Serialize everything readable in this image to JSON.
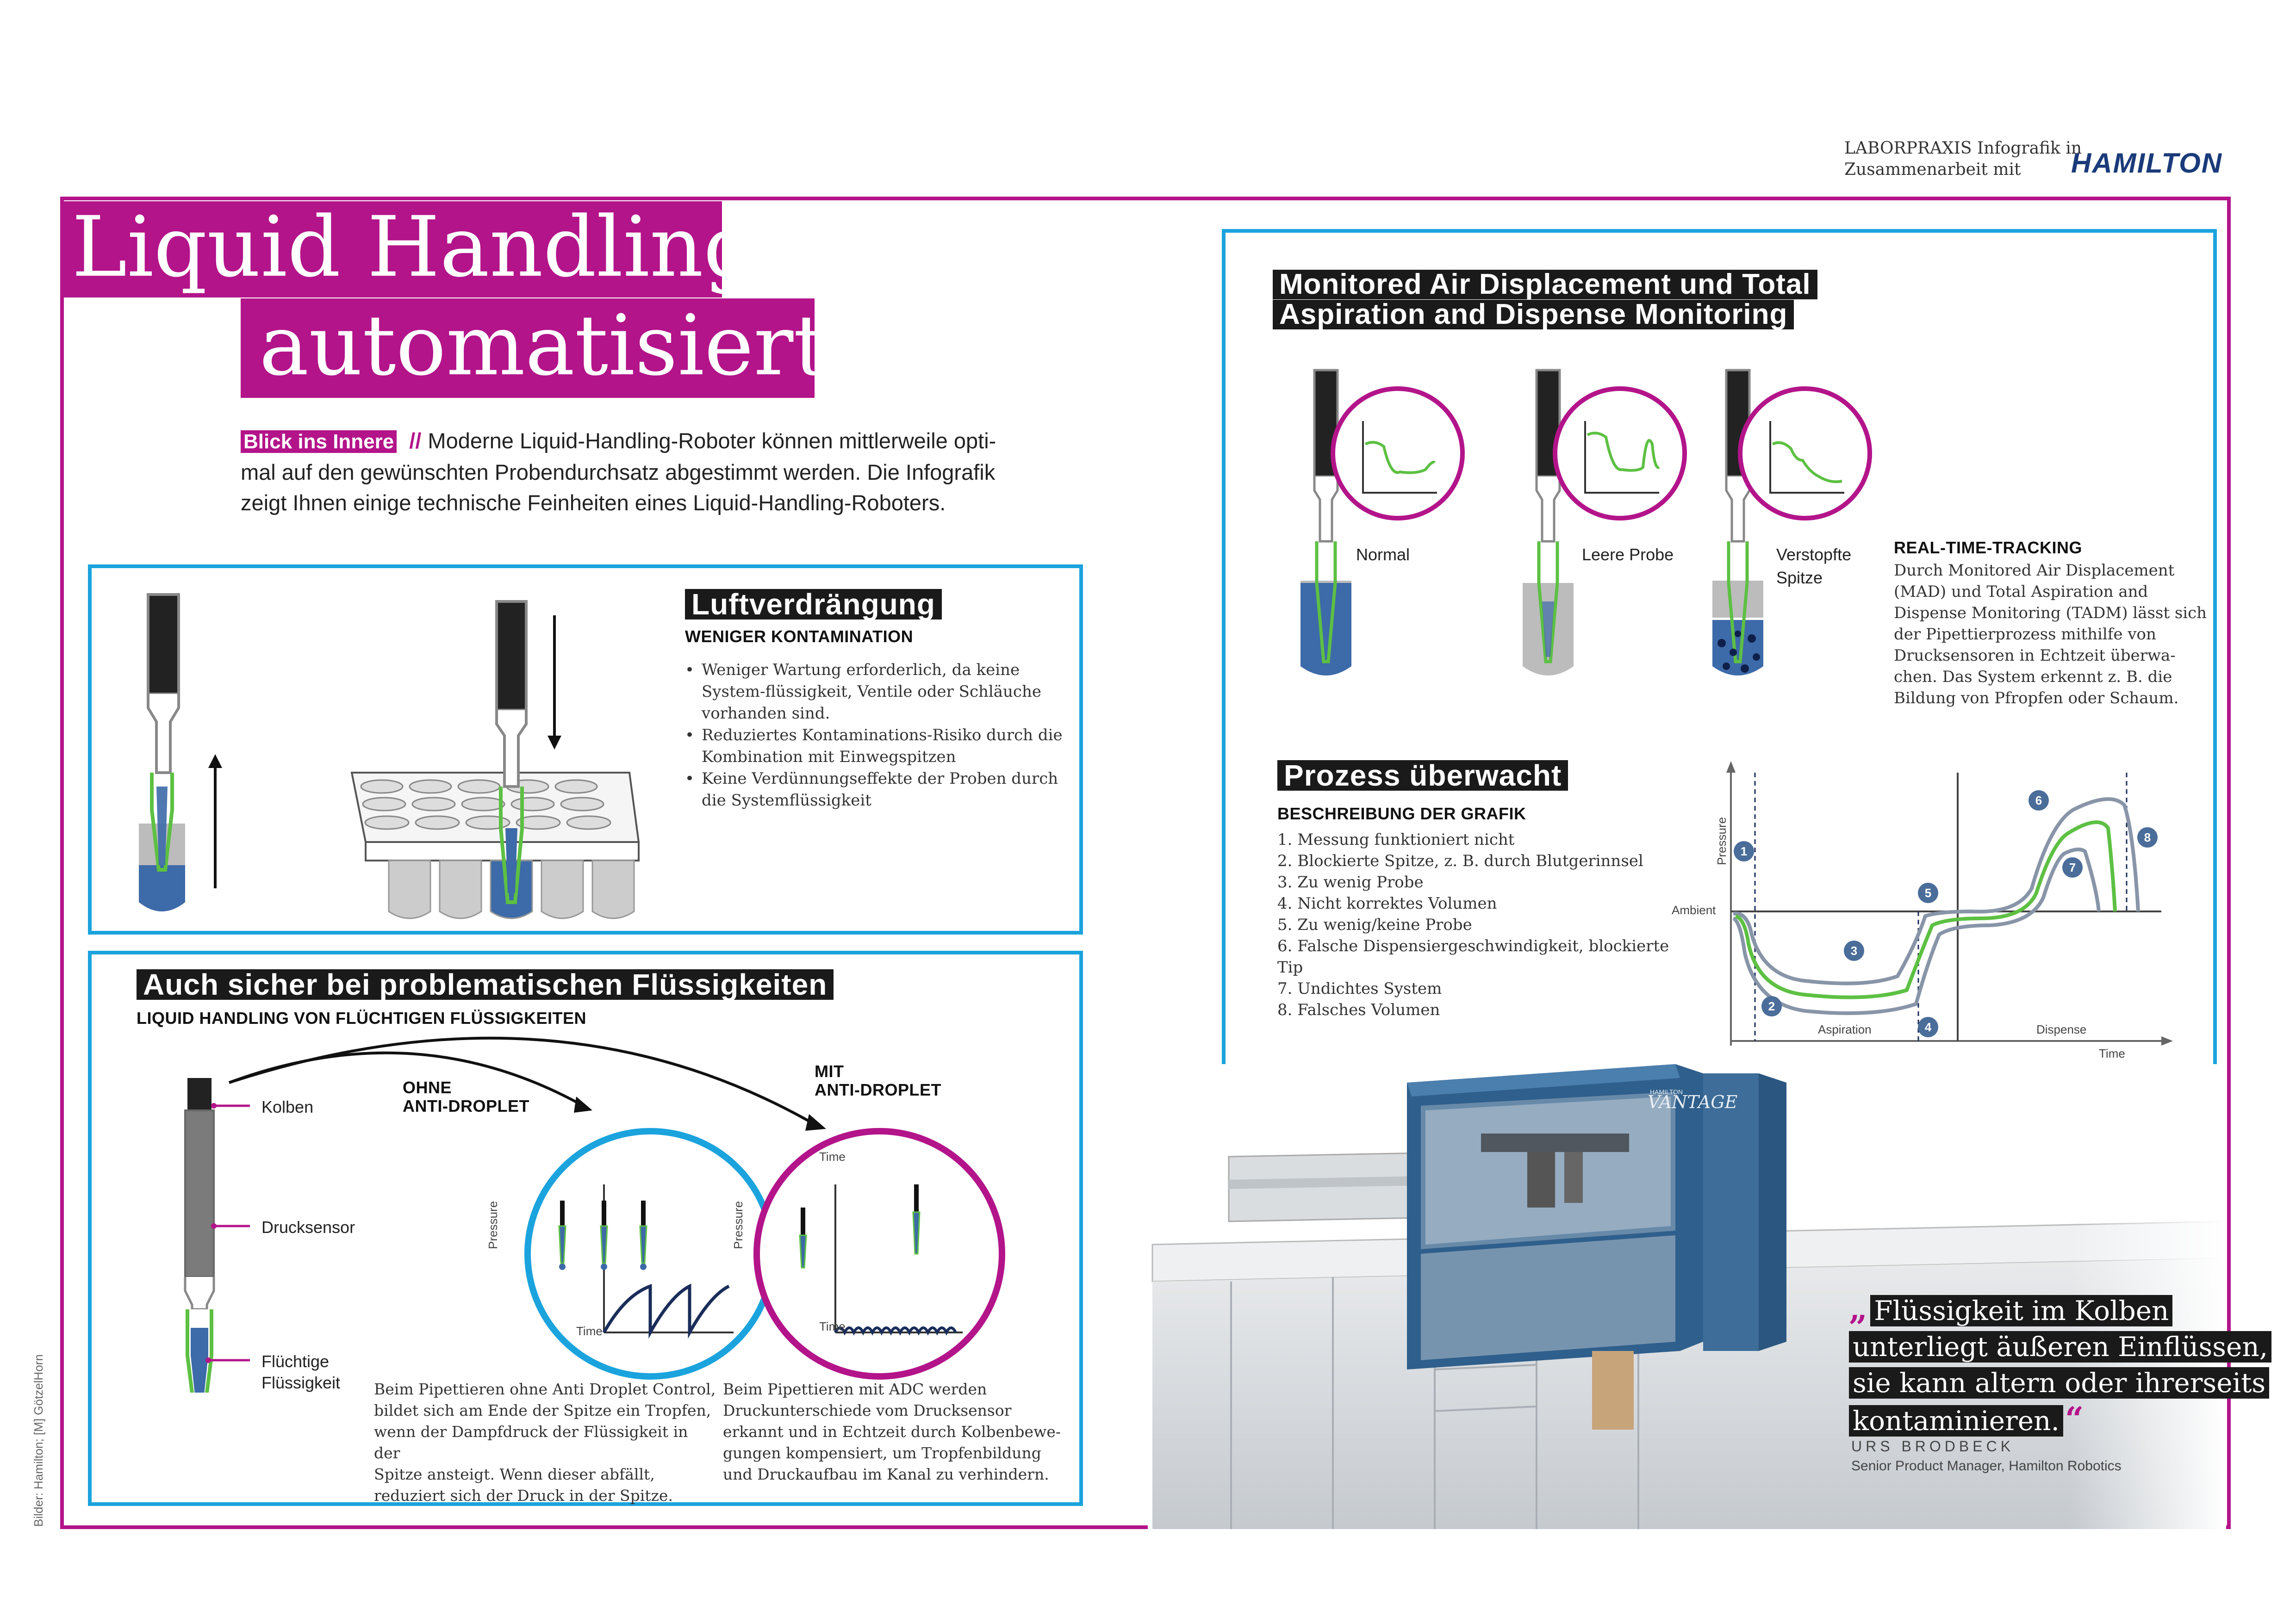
{
  "header": {
    "credit_line1": "LABORPRAXIS Infografik in",
    "credit_line2": "Zusammenarbeit mit",
    "logo_text": "HAMILTON"
  },
  "title": {
    "line1": "Liquid Handling",
    "line2": "automatisiert"
  },
  "intro": {
    "tag": "Blick ins Innere",
    "separator": "//",
    "line1": "Moderne Liquid-Handling-Roboter können mittlerweile opti-",
    "line2": "mal auf den gewünschten Probendurchsatz abgestimmt werden. Die Infografik",
    "line3": "zeigt Ihnen einige technische Feinheiten eines Liquid-Handling-Roboters."
  },
  "luft": {
    "heading": "Luftverdrängung",
    "subheading": "WENIGER KONTAMINATION",
    "bullets": [
      "Weniger Wartung erforderlich, da keine System-flüssigkeit, Ventile oder Schläuche vorhanden sind.",
      "Reduziertes Kontaminations-Risiko durch die Kombination mit Einwegspitzen",
      "Keine Verdünnungseffekte der Proben durch die Systemflüssigkeit"
    ]
  },
  "problem": {
    "heading": "Auch sicher bei problematischen Flüssigkeiten",
    "subheading": "LIQUID HANDLING VON FLÜCHTIGEN FLÜSSIGKEITEN",
    "labels": {
      "kolben": "Kolben",
      "drucksensor": "Drucksensor",
      "fluechtige1": "Flüchtige",
      "fluechtige2": "Flüssigkeit"
    },
    "ohne_title1": "OHNE",
    "ohne_title2": "ANTI-DROPLET",
    "mit_title1": "MIT",
    "mit_title2": "ANTI-DROPLET",
    "axis_pressure": "Pressure",
    "axis_time": "Time",
    "ohne_text": [
      "Beim Pipettieren ohne Anti Droplet Control,",
      "bildet sich am Ende der Spitze ein Tropfen,",
      "wenn der Dampfdruck der Flüssigkeit in der",
      "Spitze ansteigt. Wenn dieser abfällt,",
      "reduziert sich der Druck in der Spitze."
    ],
    "mit_text": [
      "Beim Pipettieren mit ADC werden",
      "Druckunterschiede vom Drucksensor",
      "erkannt und in Echtzeit durch Kolbenbewe-",
      "gungen kompensiert, um Tropfenbildung",
      "und Druckaufbau im Kanal zu verhindern."
    ]
  },
  "mad": {
    "heading1": "Monitored Air Displacement und Total",
    "heading2": "Aspiration and Dispense Monitoring",
    "cases": [
      "Normal",
      "Leere Probe",
      "Verstopfte",
      "Spitze"
    ],
    "rtt_title": "REAL-TIME-TRACKING",
    "rtt_text": [
      "Durch Monitored Air Displacement",
      "(MAD) und Total Aspiration and",
      "Dispense Monitoring (TADM) lässt sich",
      "der Pipettierprozess mithilfe von",
      "Drucksensoren in Echtzeit überwa-",
      "chen. Das System erkennt z. B. die",
      "Bildung von Pfropfen oder Schaum."
    ]
  },
  "prozess": {
    "heading": "Prozess überwacht",
    "subheading": "BESCHREIBUNG DER GRAFIK",
    "items": [
      "1. Messung funktioniert nicht",
      "2. Blockierte Spitze, z. B. durch Blutgerinnsel",
      "3. Zu wenig Probe",
      "4. Nicht korrektes Volumen",
      "5. Zu wenig/keine Probe",
      "6. Falsche Dispensiergeschwindigkeit, blockierte Tip",
      "7. Undichtes System",
      "8. Falsches Volumen"
    ],
    "graph": {
      "pressure": "Pressure",
      "ambient": "Ambient",
      "aspiration": "Aspiration",
      "dispense": "Dispense",
      "time": "Time",
      "markers": [
        "1",
        "2",
        "3",
        "4",
        "5",
        "6",
        "7",
        "8"
      ]
    }
  },
  "robot": {
    "brand_small": "HAMILTON",
    "brand": "VANTAGE"
  },
  "quote": {
    "open_mark": "„",
    "line1": "Flüssigkeit im Kolben",
    "line2": "unterliegt äußeren Einflüssen,",
    "line3": "sie kann altern oder ihrerseits",
    "line4": "kontaminieren.",
    "close_mark": "“",
    "author": "URS BRODBECK",
    "role": "Senior Product Manager, Hamilton Robotics"
  },
  "credit_side": "Bilder: Hamilton; [M] GötzelHorn",
  "colors": {
    "magenta": "#b3148a",
    "blue": "#1ba3dd",
    "green": "#5dc043",
    "liquid": "#3d6aa8",
    "dark": "#1a1a1a"
  }
}
